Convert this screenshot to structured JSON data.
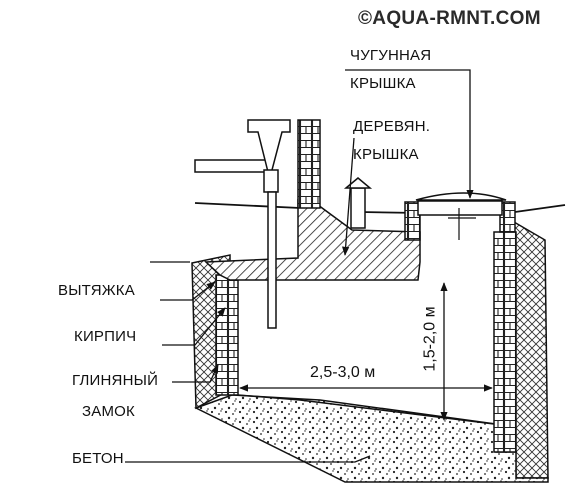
{
  "watermark": "©AQUA-RMNT.COM",
  "labels": {
    "cast_iron_cover_line1": "ЧУГУННАЯ",
    "cast_iron_cover_line2": "КРЫШКА",
    "wooden_cover_line1": "ДЕРЕВЯН.",
    "wooden_cover_line2": "КРЫШКА",
    "ventilation": "ВЫТЯЖКА",
    "brick": "КИРПИЧ",
    "clay_lock_line1": "ГЛИНЯНЫЙ",
    "clay_lock_line2": "ЗАМОК",
    "concrete": "БЕТОН"
  },
  "dimensions": {
    "width": "2,5-3,0 м",
    "height": "1,5-2,0 м"
  }
}
